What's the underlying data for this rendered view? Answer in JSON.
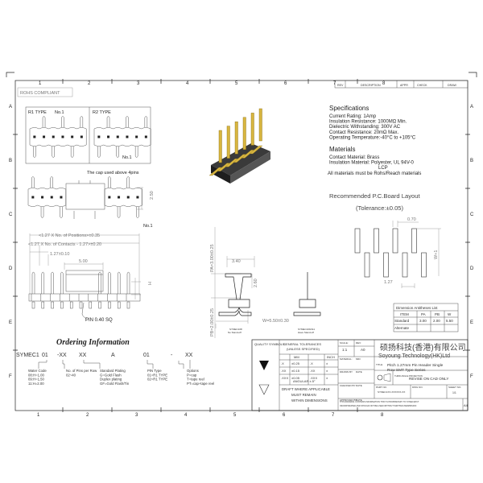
{
  "frame": {
    "columns": [
      "1",
      "2",
      "3",
      "4",
      "5",
      "6",
      "7",
      "8"
    ],
    "rows": [
      "A",
      "B",
      "C",
      "D",
      "E",
      "F"
    ]
  },
  "revision_table": {
    "headers": [
      "REV",
      "DESCRIPTION",
      "APPR",
      "CHECK",
      "DRAW"
    ]
  },
  "rohs_label": "ROHS COMPLIANT",
  "types": {
    "r1": "R1 TYPE",
    "r2": "R2 TYPE",
    "no1": "No.1",
    "cap_note": "The cap used above 4pins",
    "height_dim": "2.50"
  },
  "front_view": {
    "positions": "<1.27 X No. of Positions>±0.35",
    "contacts": "<1.27 X No. of Contacts - 1.27>±0.20",
    "pitch": "1.27±0.10",
    "cap_width": "5.00",
    "h_label": "H",
    "pin_note": "PIN 0.40 SQ"
  },
  "side_view": {
    "pa": "PA=3.00±0.25",
    "pb": "PB=2.00±0.25",
    "width_top": "3.40",
    "cap_height": "2.60",
    "w": "W=5.50±0.30",
    "caption1_a": "SYMEC108",
    "caption1_b": "No Stand-off",
    "caption2_a": "SYMEC109/111",
    "caption2_b": "Have Stand-off"
  },
  "specifications": {
    "title": "Specifications",
    "lines": [
      "Current Rating:  1Amp",
      "Insulation Resistance:   1000MΩ Min.",
      "Dielectric Withstanding:   300V AC",
      "Contact Resistance:   20mΩ Max.",
      "Operating Temperature:-40°C to +105°C"
    ]
  },
  "materials": {
    "title": "Materials",
    "lines": [
      "Contact Material: Brass",
      "Insulation Material: Polyester, UL 94V-0",
      "LCP",
      "All materials must be Rohs/Reach materials"
    ]
  },
  "pcb_layout": {
    "title": "Recommended P.C.Board Layout",
    "tolerance": "(Tolerance:±0.05)",
    "pad_width": "0.70",
    "pitch": "1.27",
    "w_label": "W+1"
  },
  "dimension_list": {
    "title": "Dimension Antitheses List",
    "headers": [
      "ITEM",
      "PA",
      "PB",
      "W"
    ],
    "rows": [
      [
        "Standard",
        "3.00",
        "2.00",
        "5.50"
      ],
      [
        "Alternate",
        "",
        "",
        ""
      ]
    ]
  },
  "ordering": {
    "title": "Ordering Information",
    "code": [
      "SYMEC1",
      "01",
      "-XX",
      "XX",
      "A",
      "01",
      "-",
      "XX"
    ],
    "water_code": [
      "Water Code",
      "08:H=1.00",
      "09:H=1.50",
      "11:H=2.00"
    ],
    "pins": [
      "No. of Pins per Row",
      "02~40"
    ],
    "plating": [
      "Standard Plating",
      "G=Gold Flash",
      "Duplex plating",
      "GF=Gold Flash/Tin"
    ],
    "pin_type": [
      "PIN Type",
      "01=R1  TYPE",
      "02=R1  TYPE"
    ],
    "options": [
      "Options",
      "P=cap",
      "T=tape reel",
      "PT=cap+tape reel"
    ]
  },
  "title_block": {
    "quality_symbols": "QUALITY SYMBOLS",
    "general_tol": "GENERAL TOLERANCES",
    "unless": "(UNLESS SPECIFIED)",
    "mm": "MM",
    "inch": "INCH",
    "tol_rows": [
      [
        ".X",
        "±0.25",
        ".X",
        "±"
      ],
      [
        ".XX",
        "±0.15",
        ".XX",
        "±"
      ],
      [
        ".XXX",
        "±0.05",
        ".XXX",
        "±"
      ]
    ],
    "angular": "ANGULAR ±.5°",
    "draft": [
      "DRAFT WHERE APPLICABLE",
      "MUST REMAIN",
      "WITHIN DIMENSIONS"
    ],
    "scale_label": "SCALE:",
    "scale": "1:1",
    "rev_label": "REV:",
    "rev": "A0",
    "material_label": "MATERIAL:",
    "mid_label": "MID:",
    "drawn": "DRAWN BY",
    "checked": "CHECKED BY",
    "approved": "APPROVED BY",
    "date": "DATE",
    "company_cn": "硕扬科技(香港)有限公司",
    "company_en": "Soyoung Technology(HK)Ltd",
    "title_label": "TITLE:",
    "title1": "Pitch 1.27mm Pin Header Single",
    "title2": "Row SMT Type Series",
    "projection": "THIRD ANGLE PROJECTION",
    "revise": "REVISE ON CAD ONLY",
    "part_no_label": "PART NO.",
    "part_no": "SYMEC1XX-XXXXXX-XX",
    "dwg_no_label": "DWG NO.",
    "sheet_label": "SHEET NO.",
    "sheet": "1/1",
    "notice1": "THIS DRAWING CONTAINS INFORMATION THAT IS PROPRIETARY TO SYMECAPCT",
    "notice2": "INCORPORATED AND SHOULD NOT BE USED WITHOUT WRITTEN PERMISSION",
    "size": "A4"
  },
  "colors": {
    "pin_gold": "#d8b640",
    "body": "#2a2a2a"
  }
}
